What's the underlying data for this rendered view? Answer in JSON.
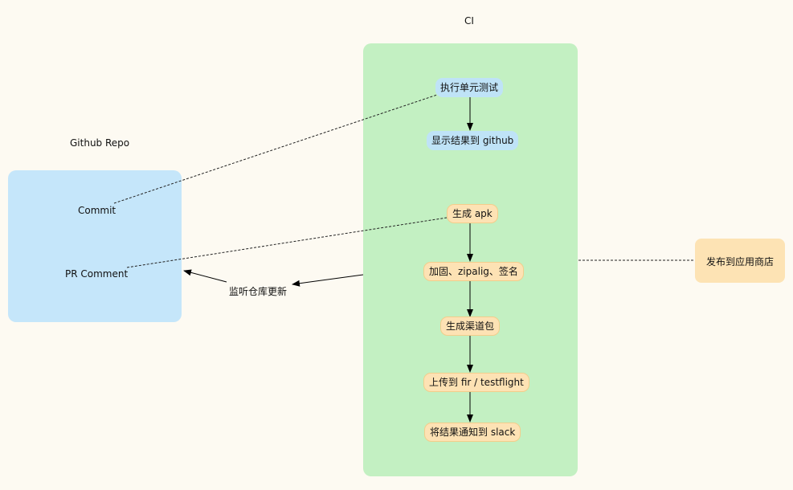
{
  "colors": {
    "background": "#fdfaf2",
    "repo_panel": "#c5e6fa",
    "ci_panel": "#c3f0c2",
    "store_panel": "#fde3b4",
    "blue_node": "#bfe3f7",
    "orange_node": "#fde2b4"
  },
  "labels": {
    "ci_title": "CI",
    "repo_title": "Github Repo",
    "commit": "Commit",
    "pr_comment": "PR Comment",
    "listen": "监听仓库更新",
    "store": "发布到应用商店"
  },
  "ci_nodes": {
    "unit_test": "执行单元测试",
    "show_result": "显示结果到 github",
    "build_apk": "生成 apk",
    "harden_sign": "加固、zipalig、签名",
    "channel_pkg": "生成渠道包",
    "upload": "上传到 fir / testflight",
    "notify": "将结果通知到 slack"
  }
}
